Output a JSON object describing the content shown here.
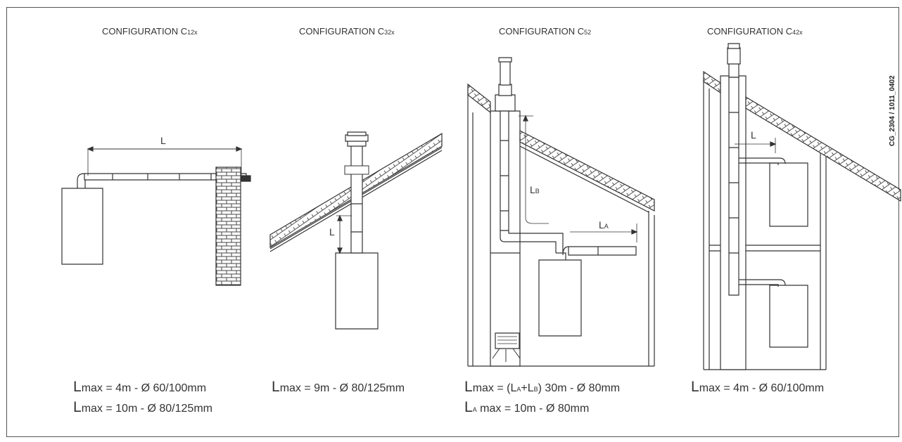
{
  "document_code": "CG_2304 / 1011_0402",
  "configs": [
    {
      "title_main": "CONFIGURATION C",
      "title_sub": "12x",
      "dimension_labels": [
        "L"
      ],
      "formulas": [
        {
          "lead": "L",
          "rest": "max = 4m - Ø 60/100mm"
        },
        {
          "lead": "L",
          "rest": "max = 10m - Ø 80/125mm"
        }
      ]
    },
    {
      "title_main": "CONFIGURATION C",
      "title_sub": "32x",
      "dimension_labels": [
        "L"
      ],
      "formulas": [
        {
          "lead": "L",
          "rest": "max = 9m - Ø 80/125mm"
        }
      ]
    },
    {
      "title_main": "CONFIGURATION C",
      "title_sub": "52",
      "dimension_labels": [
        "L",
        "B",
        "L",
        "A"
      ],
      "formulas": [
        {
          "lead": "L",
          "p1": "max = (L",
          "s1": "A",
          "p2": "+L",
          "s2": "B",
          "p3": ") 30m - Ø 80mm"
        },
        {
          "lead": "L",
          "s1": "A",
          "rest": " max = 10m - Ø 80mm"
        }
      ]
    },
    {
      "title_main": "CONFIGURATION C",
      "title_sub": "42x",
      "dimension_labels": [
        "L"
      ],
      "formulas": [
        {
          "lead": "L",
          "rest": "max = 4m - Ø 60/100mm"
        }
      ]
    }
  ]
}
